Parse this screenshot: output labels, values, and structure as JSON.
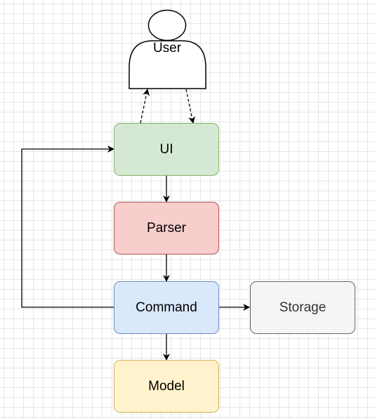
{
  "actor": {
    "label": "User"
  },
  "nodes": {
    "ui": {
      "label": "UI",
      "fill": "#d5e8d4",
      "stroke": "#82b366"
    },
    "parser": {
      "label": "Parser",
      "fill": "#f8cecc",
      "stroke": "#b85450"
    },
    "command": {
      "label": "Command",
      "fill": "#dae8fc",
      "stroke": "#6c8ebf"
    },
    "storage": {
      "label": "Storage",
      "fill": "#f5f5f5",
      "stroke": "#666666"
    },
    "model": {
      "label": "Model",
      "fill": "#fff2cc",
      "stroke": "#d6b656"
    }
  },
  "edge_color": "#000000"
}
